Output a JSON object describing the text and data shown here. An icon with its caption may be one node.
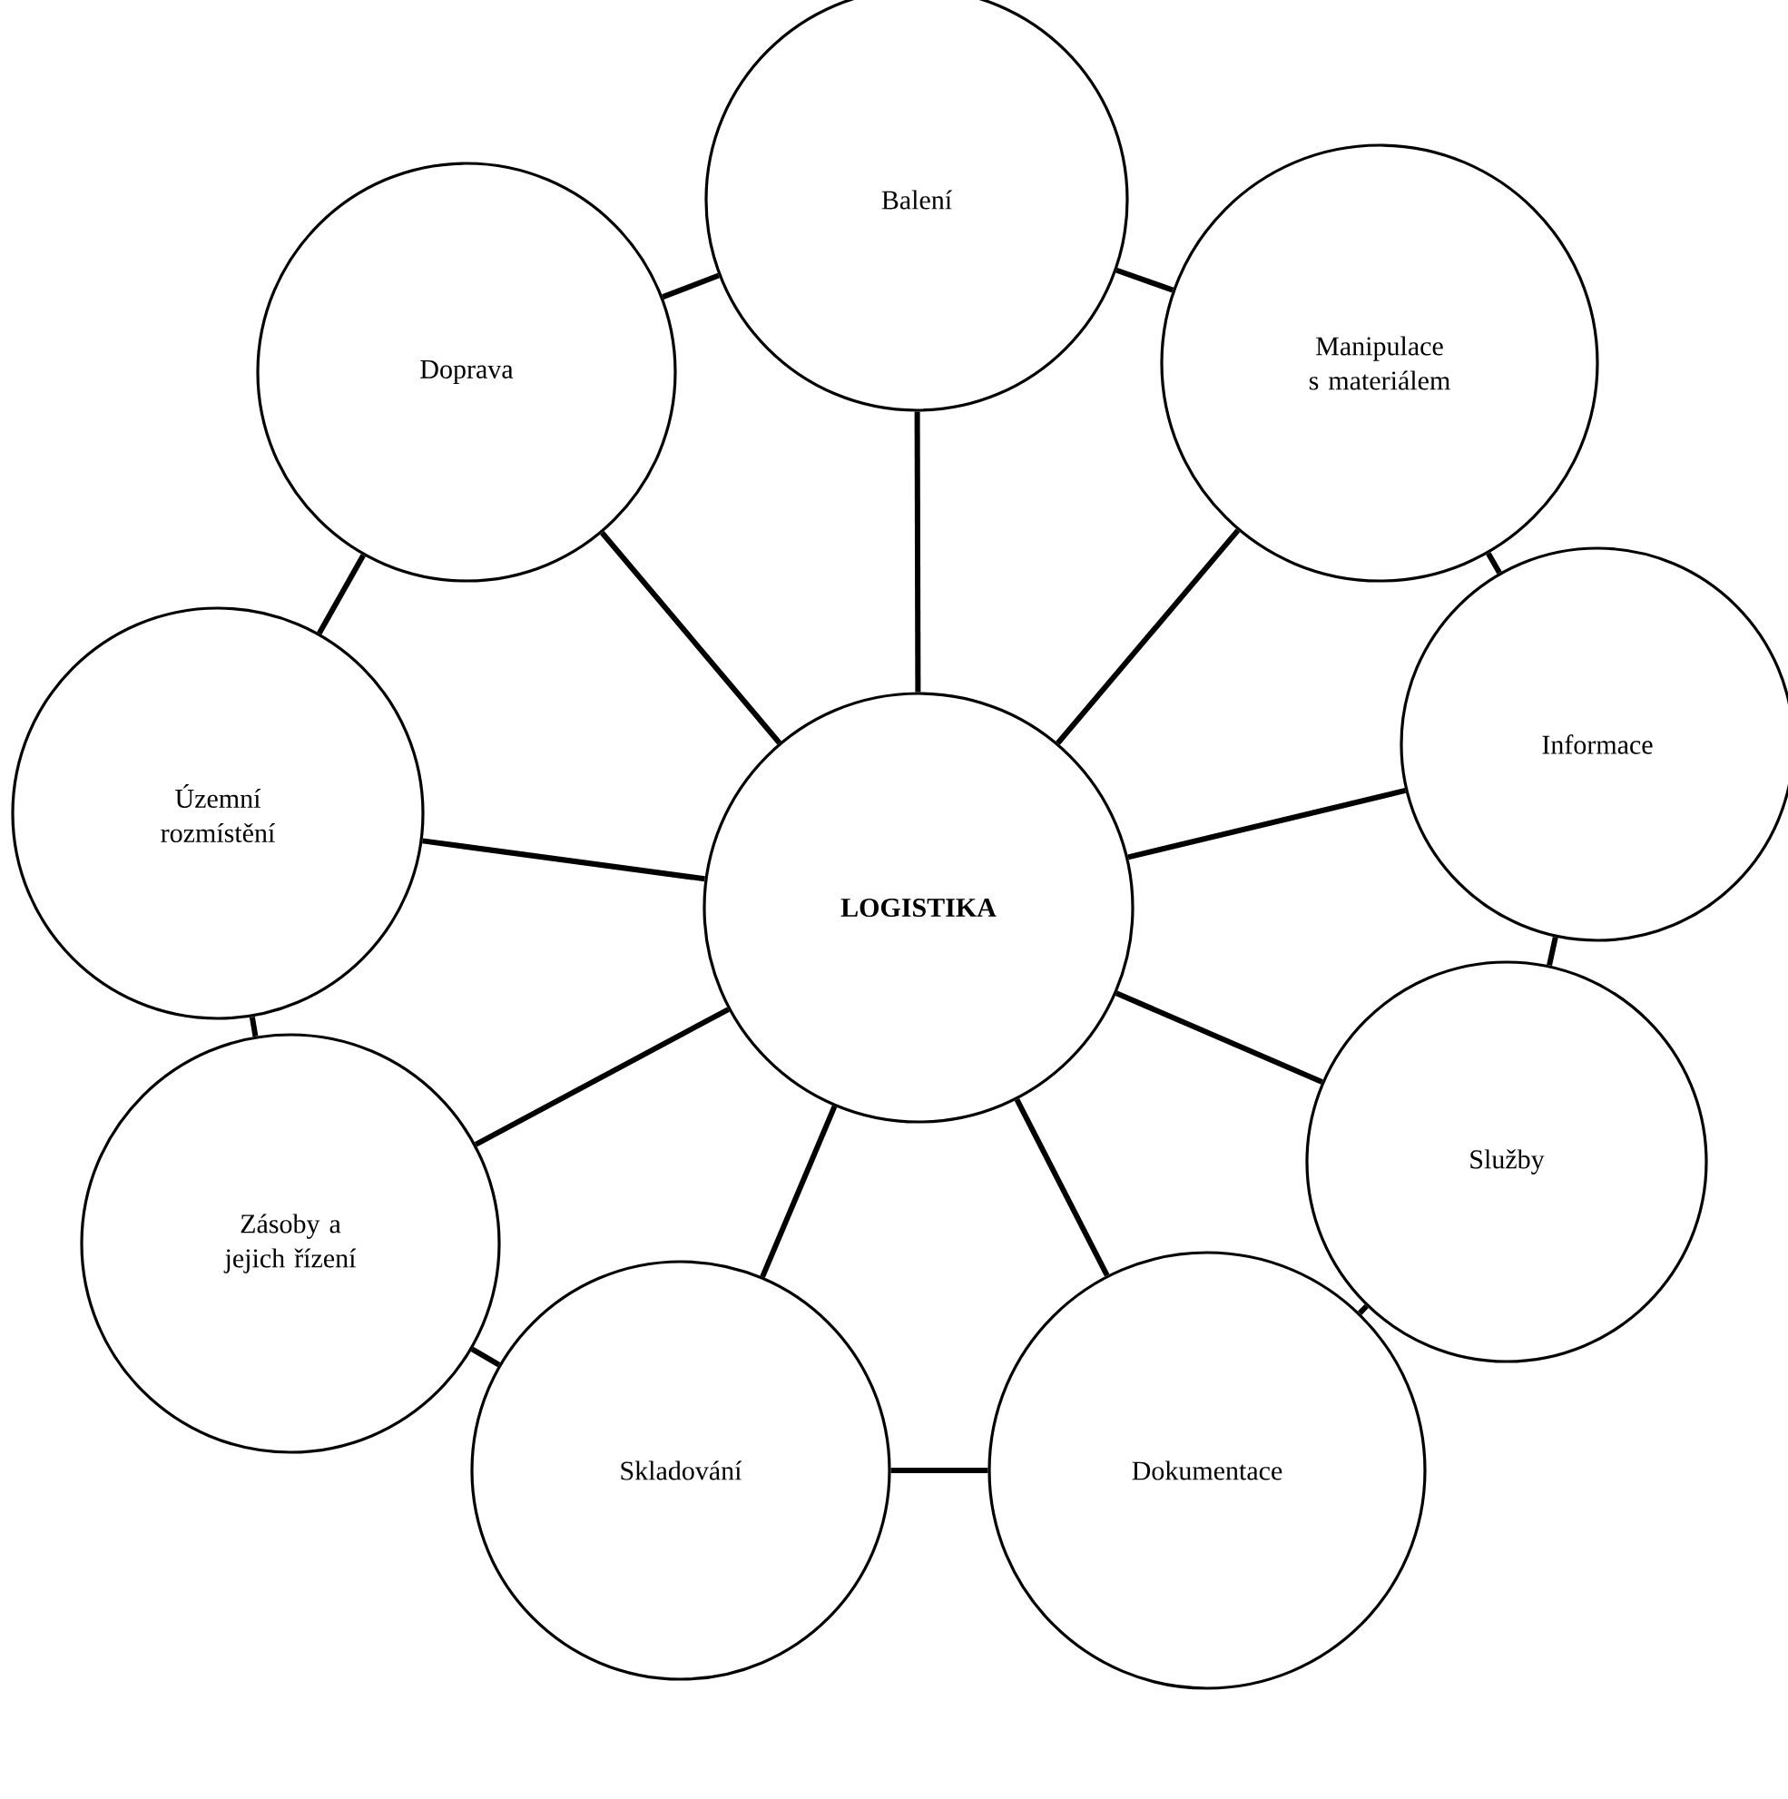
{
  "diagram": {
    "nodes": [
      {
        "text": [
          "**LOGISTIKA**"
        ]
      },
      {
        "text": [
          "Balení"
        ]
      },
      {
        "text": [
          "Manipulace s materiálem"
        ]
      },
      {
        "text": [
          "Informace"
        ]
      },
      {
        "text": [
          "Služby"
        ]
      },
      {
        "text": [
          "Dokumentace"
        ]
      },
      {
        "text": [
          "Skladování"
        ]
      },
      {
        "text": [
          "Zásoby a jejich řízení"
        ]
      },
      {
        "text": [
          "Územní rozmístění"
        ]
      },
      {
        "text": [
          "Doprava"
        ]
      }
    ],
    "edges": [
      {
        "from": 0,
        "to": 1,
        "arrow": "none"
      },
      {
        "from": 0,
        "to": 2,
        "arrow": "none"
      },
      {
        "from": 0,
        "to": 3,
        "arrow": "none"
      },
      {
        "from": 0,
        "to": 4,
        "arrow": "none"
      },
      {
        "from": 0,
        "to": 5,
        "arrow": "none"
      },
      {
        "from": 0,
        "to": 6,
        "arrow": "none"
      },
      {
        "from": 0,
        "to": 7,
        "arrow": "none"
      },
      {
        "from": 0,
        "to": 8,
        "arrow": "none"
      },
      {
        "from": 0,
        "to": 9,
        "arrow": "none"
      },
      {
        "from": 1,
        "to": 2,
        "arrow": "none"
      },
      {
        "from": 2,
        "to": 3,
        "arrow": "none"
      },
      {
        "from": 3,
        "to": 4,
        "arrow": "none"
      },
      {
        "from": 4,
        "to": 5,
        "arrow": "none"
      },
      {
        "from": 5,
        "to": 6,
        "arrow": "none"
      },
      {
        "from": 6,
        "to": 7,
        "arrow": "none"
      },
      {
        "from": 7,
        "to": 8,
        "arrow": "none"
      },
      {
        "from": 8,
        "to": 9,
        "arrow": "none"
      },
      {
        "from": 9,
        "to": 1,
        "arrow": "none"
      }
    ]
  }
}
